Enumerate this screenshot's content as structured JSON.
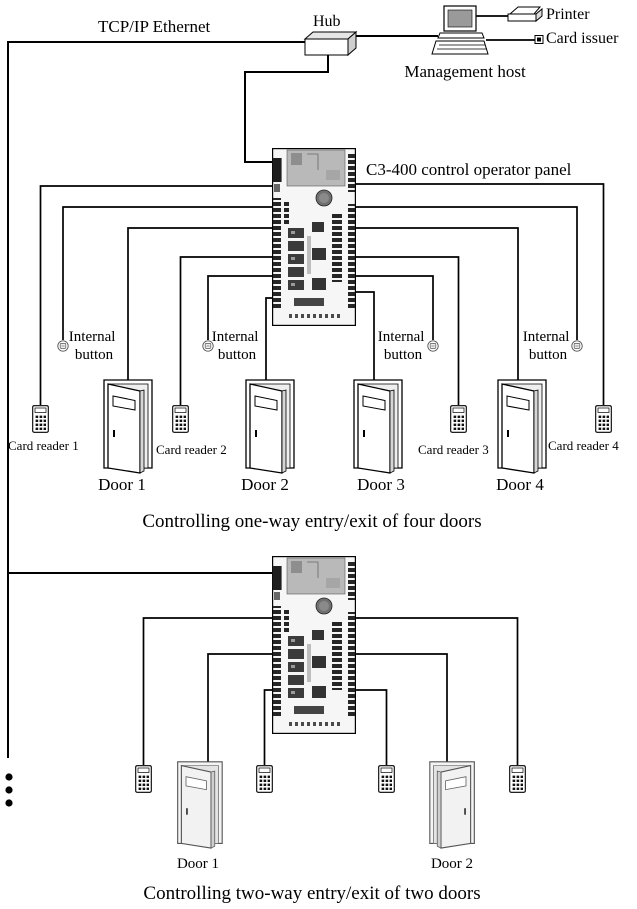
{
  "network": {
    "ethernet_label": "TCP/IP Ethernet",
    "hub_label": "Hub"
  },
  "management": {
    "host_label": "Management host",
    "printer_label": "Printer",
    "card_issuer_label": "Card issuer"
  },
  "four_door_setup": {
    "panel_label": "C3-400 control operator panel",
    "internal_buttons": [
      {
        "lines": [
          "Internal",
          "button"
        ]
      },
      {
        "lines": [
          "Internal",
          "button"
        ]
      },
      {
        "lines": [
          "Internal",
          "button"
        ]
      },
      {
        "lines": [
          "Internal",
          "button"
        ]
      }
    ],
    "card_readers": [
      "Card reader 1",
      "Card reader 2",
      "Card reader 3",
      "Card reader 4"
    ],
    "doors": [
      "Door 1",
      "Door 2",
      "Door 3",
      "Door 4"
    ],
    "caption": "Controlling one-way entry/exit of four doors"
  },
  "two_door_setup": {
    "doors": [
      "Door 1",
      "Door 2"
    ],
    "caption": "Controlling two-way entry/exit of two doors"
  },
  "icons": {
    "hub": "network-hub-icon",
    "host": "desktop-computer-icon",
    "printer": "printer-icon",
    "card_issuer": "card-issuer-icon",
    "control_panel": "control-board-icon",
    "door": "door-icon",
    "card_reader": "card-reader-icon",
    "exit_button": "exit-button-icon",
    "continuation": "ellipsis-icon"
  },
  "colors": {
    "wire": "#000000",
    "board_module": "#b9b9b9",
    "background": "#ffffff"
  }
}
